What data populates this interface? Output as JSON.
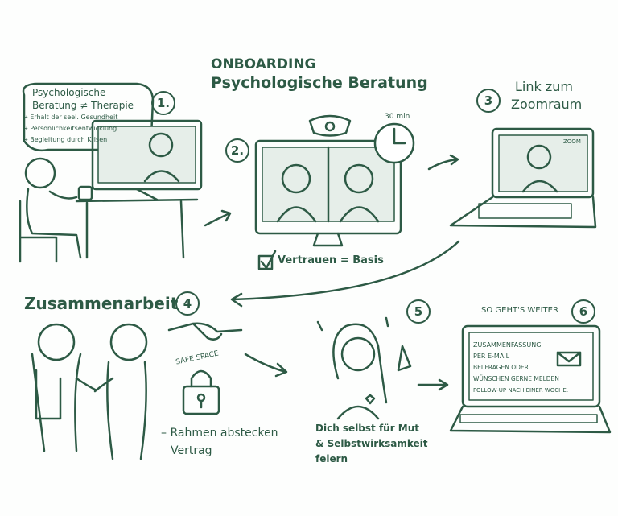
{
  "title": {
    "line1": "ONBOARDING",
    "line2": "Psychologische Beratung"
  },
  "colors": {
    "ink": "#2d5a45",
    "screen": "#e6eee9"
  },
  "step1": {
    "number": "1.",
    "bubble_title_1": "Psychologische",
    "bubble_title_2": "Beratung ≠ Therapie",
    "bullets": [
      "→ Erhalt der seel. Gesundheit",
      "→ Persönlichkeitsentwicklung",
      "→ Begleitung durch Krisen"
    ]
  },
  "step2": {
    "number": "2.",
    "clock_label": "30 min",
    "caption": "Vertrauen = Basis"
  },
  "step3": {
    "number": "3",
    "label_1": "Link zum",
    "label_2": "Zoomraum",
    "screen_label": "ZOOM"
  },
  "step4": {
    "number": "4",
    "heading": "Zusammenarbeit",
    "safe_space": "SAFE SPACE",
    "caption_1": "– Rahmen abstecken",
    "caption_2": "Vertrag"
  },
  "step5": {
    "number": "5",
    "caption_1": "Dich selbst für Mut",
    "caption_2": "& Selbstwirksamkeit",
    "caption_3": "feiern"
  },
  "step6": {
    "number": "6",
    "heading": "So geht's weiter",
    "lines": [
      "Zusammenfassung",
      "per E-Mail",
      "bei Fragen oder",
      "Wünschen gerne melden",
      "Follow-up nach einer Woche."
    ]
  }
}
